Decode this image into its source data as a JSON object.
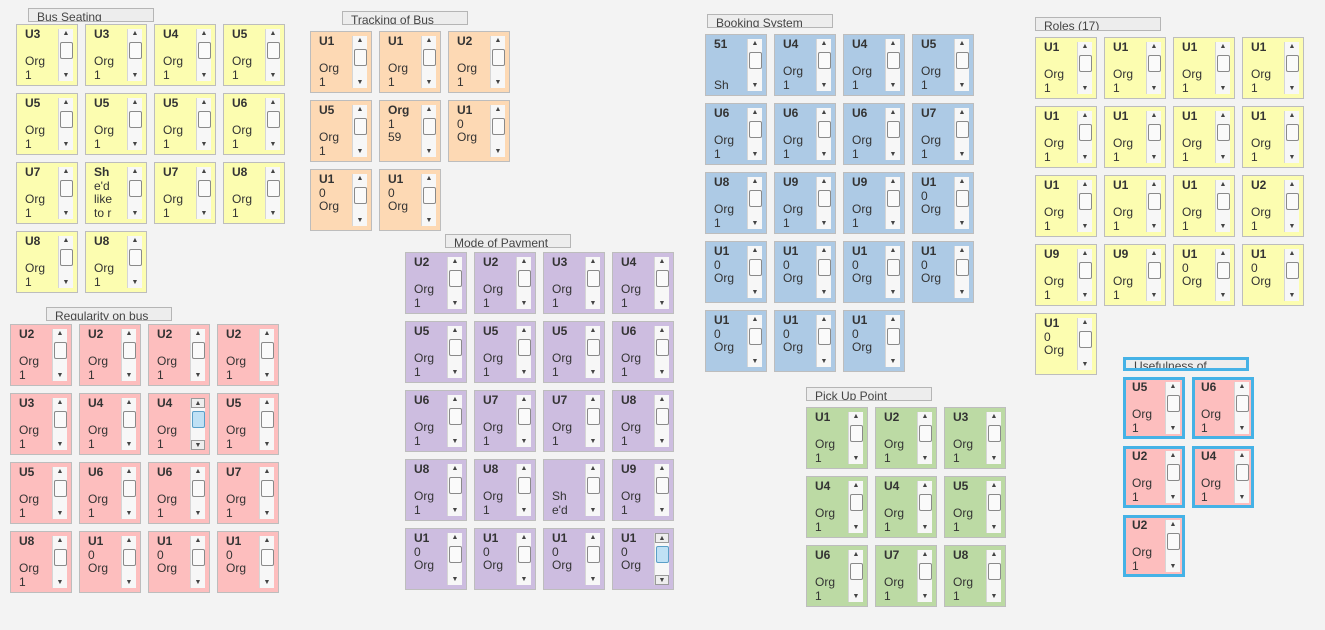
{
  "groups": [
    {
      "key": "bus_seating",
      "title": "Bus Seating",
      "color": "yellow",
      "notes": [
        "U3\n\nOrg\n1",
        "U3\n\nOrg\n1",
        "U4\n\nOrg\n1",
        "U5\n\nOrg\n1",
        "U5\n\nOrg\n1",
        "U5\n\nOrg\n1",
        "U5\n\nOrg\n1",
        "U6\n\nOrg\n1",
        "U7\n\nOrg\n1",
        "Sh\ne'd\nlike\nto r",
        "U7\n\nOrg\n1",
        "U8\n\nOrg\n1",
        "U8\n\nOrg\n1",
        "U8\n\nOrg\n1"
      ]
    },
    {
      "key": "tracking",
      "title": "Tracking of Bus",
      "color": "orange",
      "notes": [
        "U1\n\nOrg\n1",
        "U1\n\nOrg\n1",
        "U2\n\nOrg\n1",
        "U5\n\nOrg\n1",
        "Org\n1\n59",
        "U1\n0\nOrg",
        "U1\n0\nOrg",
        "U1\n0\nOrg"
      ]
    },
    {
      "key": "booking",
      "title": "Booking System",
      "color": "blue",
      "notes": [
        "51\n\n\nSh",
        "U4\n\nOrg\n1",
        "U4\n\nOrg\n1",
        "U5\n\nOrg\n1",
        "U6\n\nOrg\n1",
        "U6\n\nOrg\n1",
        "U6\n\nOrg\n1",
        "U7\n\nOrg\n1",
        "U8\n\nOrg\n1",
        "U9\n\nOrg\n1",
        "U9\n\nOrg\n1",
        "U1\n0\nOrg",
        "U1\n0\nOrg",
        "U1\n0\nOrg",
        "U1\n0\nOrg",
        "U1\n0\nOrg",
        "U1\n0\nOrg",
        "U1\n0\nOrg",
        "U1\n0\nOrg"
      ]
    },
    {
      "key": "roles",
      "title": "Roles (17)",
      "color": "yellow",
      "notes": [
        "U1\n\nOrg\n1",
        "U1\n\nOrg\n1",
        "U1\n\nOrg\n1",
        "U1\n\nOrg\n1",
        "U1\n\nOrg\n1",
        "U1\n\nOrg\n1",
        "U1\n\nOrg\n1",
        "U1\n\nOrg\n1",
        "U1\n\nOrg\n1",
        "U1\n\nOrg\n1",
        "U1\n\nOrg\n1",
        "U2\n\nOrg\n1",
        "U9\n\nOrg\n1",
        "U9\n\nOrg\n1",
        "U1\n0\nOrg",
        "U1\n0\nOrg",
        "U1\n0\nOrg"
      ]
    },
    {
      "key": "regularity",
      "title": "Regularity on bus",
      "color": "pink",
      "notes": [
        "U2\n\nOrg\n1",
        "U2\n\nOrg\n1",
        "U2\n\nOrg\n1",
        "U2\n\nOrg\n1",
        "U3\n\nOrg\n1",
        "U4\n\nOrg\n1",
        "U4\n\nOrg\n1",
        "U5\n\nOrg\n1",
        "U5\n\nOrg\n1",
        "U6\n\nOrg\n1",
        "U6\n\nOrg\n1",
        "U7\n\nOrg\n1",
        "U8\n\nOrg\n1",
        "U1\n0\nOrg",
        "U1\n0\nOrg",
        "U1\n0\nOrg"
      ]
    },
    {
      "key": "payment",
      "title": "Mode of Payment",
      "color": "purple",
      "notes": [
        "U2\n\nOrg\n1",
        "U2\n\nOrg\n1",
        "U3\n\nOrg\n1",
        "U4\n\nOrg\n1",
        "U5\n\nOrg\n1",
        "U5\n\nOrg\n1",
        "U5\n\nOrg\n1",
        "U6\n\nOrg\n1",
        "U6\n\nOrg\n1",
        "U7\n\nOrg\n1",
        "U7\n\nOrg\n1",
        "U8\n\nOrg\n1",
        "U8\n\nOrg\n1",
        "U8\n\nOrg\n1",
        "\n\nSh\ne'd",
        "U9\n\nOrg\n1",
        "U1\n0\nOrg",
        "U1\n0\nOrg",
        "U1\n0\nOrg",
        "U1\n0\nOrg"
      ]
    },
    {
      "key": "pickup",
      "title": "Pick Up Point",
      "color": "green",
      "notes": [
        "U1\n\nOrg\n1",
        "U2\n\nOrg\n1",
        "U3\n\nOrg\n1",
        "U4\n\nOrg\n1",
        "U4\n\nOrg\n1",
        "U5\n\nOrg\n1",
        "U6\n\nOrg\n1",
        "U7\n\nOrg\n1",
        "U8\n\nOrg\n1"
      ]
    },
    {
      "key": "usefulness",
      "title": "Usefulness of",
      "color": "pink",
      "selected": true,
      "notes": [
        "U5\n\nOrg\n1",
        "U6\n\nOrg\n1",
        "U2\n\nOrg\n1",
        "U4\n\nOrg\n1",
        "U2\n\nOrg\n1"
      ]
    }
  ]
}
